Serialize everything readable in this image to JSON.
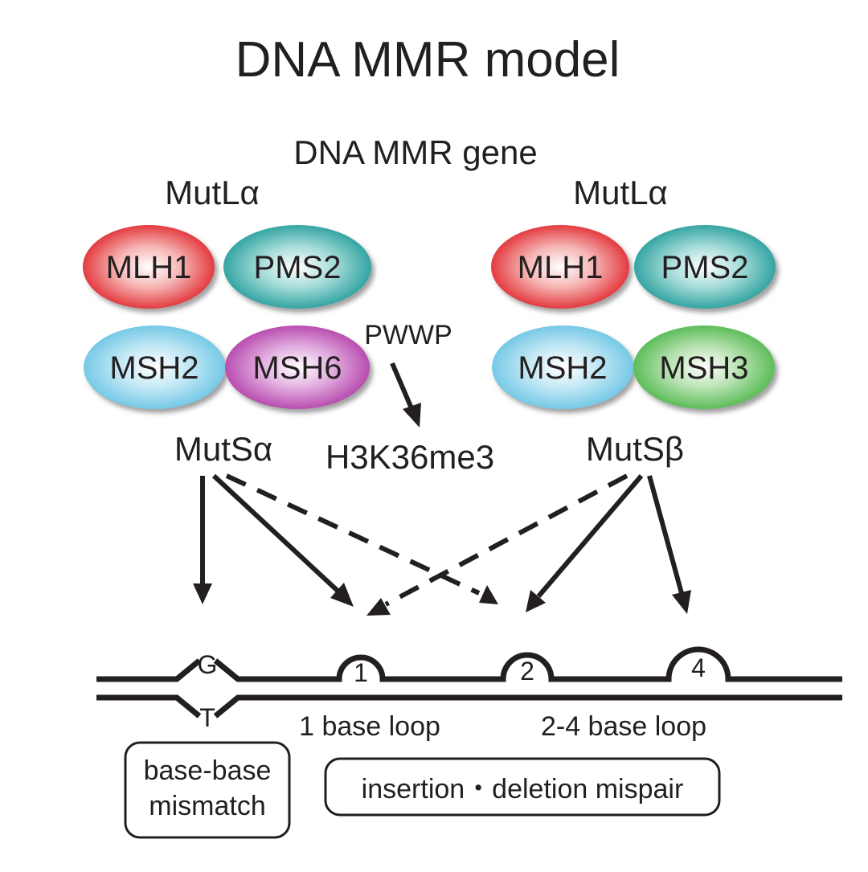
{
  "title": "DNA MMR model",
  "subtitle": "DNA MMR gene",
  "complexes": {
    "left_mutl": "MutLα",
    "right_mutl": "MutLα",
    "left_muts": "MutSα",
    "right_muts": "MutSβ"
  },
  "proteins": {
    "left_mlh1": "MLH1",
    "left_pms2": "PMS2",
    "left_msh2": "MSH2",
    "left_msh6": "MSH6",
    "right_mlh1": "MLH1",
    "right_pms2": "PMS2",
    "right_msh2": "MSH2",
    "right_msh3": "MSH3"
  },
  "protein_colors": {
    "MLH1": "#e0232a",
    "PMS2": "#1e9a98",
    "MSH2": "#67c3e3",
    "MSH6": "#b03aa6",
    "MSH3": "#4bb548"
  },
  "pwwp": "PWWP",
  "histone_mark": "H3K36me3",
  "dna": {
    "top_base": "G",
    "bottom_base": "T",
    "loop1": "1",
    "loop2": "2",
    "loop4": "4",
    "one_base_loop_label": "1 base loop",
    "multi_base_loop_label": "2-4 base loop"
  },
  "boxes": {
    "mismatch_line1": "base-base",
    "mismatch_line2": "mismatch",
    "indel": "insertion・deletion mispair"
  }
}
